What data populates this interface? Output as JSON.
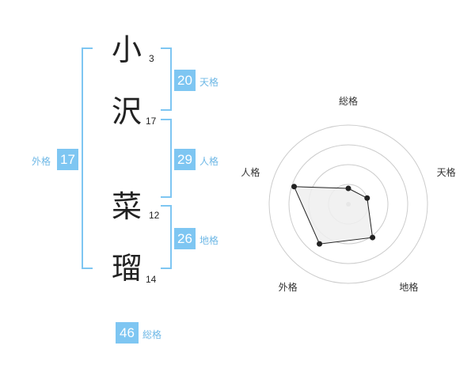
{
  "characters": [
    {
      "char": "小",
      "strokes": "3"
    },
    {
      "char": "沢",
      "strokes": "17"
    },
    {
      "char": "菜",
      "strokes": "12"
    },
    {
      "char": "瑠",
      "strokes": "14"
    }
  ],
  "fortunes": {
    "tenkaku": {
      "value": "20",
      "label": "天格"
    },
    "jinkaku": {
      "value": "29",
      "label": "人格"
    },
    "chikaku": {
      "value": "26",
      "label": "地格"
    },
    "gaikaku": {
      "value": "17",
      "label": "外格"
    },
    "soukaku": {
      "value": "46",
      "label": "総格"
    }
  },
  "radar": {
    "axes": [
      "総格",
      "天格",
      "地格",
      "外格",
      "人格"
    ],
    "levels": 4,
    "values": [
      0.2,
      0.25,
      0.52,
      0.62,
      0.72
    ],
    "colors": {
      "fill": "#eeeeee",
      "stroke": "#222222",
      "grid": "#cccccc",
      "center": "#bbbbbb"
    }
  }
}
